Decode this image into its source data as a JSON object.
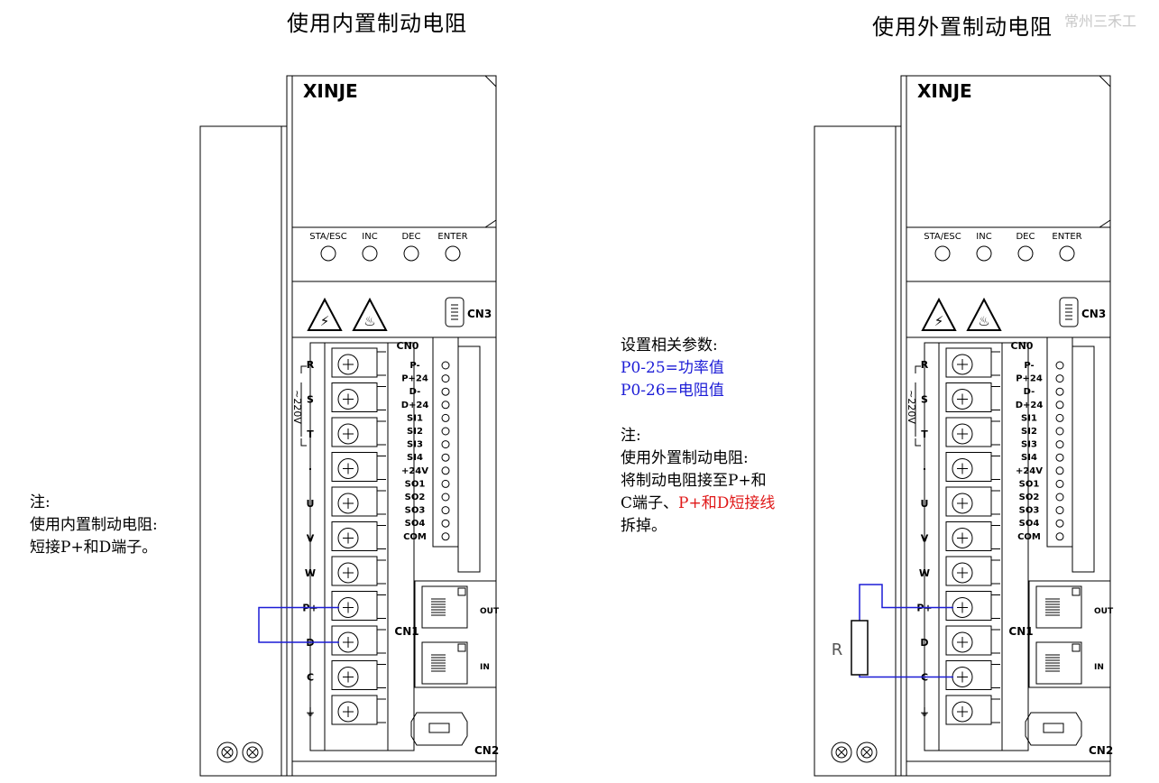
{
  "left_title": "使用内置制动电阻",
  "right_title": "使用外置制动电阻",
  "watermark": "常州三禾工",
  "device": {
    "brand": "XINJE",
    "buttons": [
      "STA/ESC",
      "INC",
      "DEC",
      "ENTER"
    ],
    "cn3_label": "CN3",
    "cn0_label": "CN0",
    "cn0_pins": [
      "P-",
      "P+24",
      "D-",
      "D+24",
      "SI1",
      "SI2",
      "SI3",
      "SI4",
      "+24V",
      "SO1",
      "SO2",
      "SO3",
      "SO4",
      "COM"
    ],
    "voltage_label": "~220V",
    "terminal_labels": [
      "R",
      "S",
      "T",
      "·",
      "U",
      "V",
      "W",
      "P+",
      "D",
      "C",
      "⏚"
    ],
    "cn1_label": "CN1",
    "port_out": "OUT",
    "port_in": "IN",
    "cn2_label": "CN2"
  },
  "resistor_label": "R",
  "left_note": {
    "heading": "注:",
    "line1": "使用内置制动电阻:",
    "line2": "短接P+和D端子。"
  },
  "middle_note": {
    "heading": "设置相关参数:",
    "param1": "P0-25=功率值",
    "param2": "P0-26=电阻值",
    "note_heading": "注:",
    "line1": "使用外置制动电阻:",
    "line2": "将制动电阻接至P+和",
    "line3a": "C端子、",
    "line3b": "P+和D短接线",
    "line4": "拆掉。"
  },
  "colors": {
    "wire": "#1c1cd6",
    "param_text": "#1c1cd6",
    "warning_text": "#e01818"
  }
}
